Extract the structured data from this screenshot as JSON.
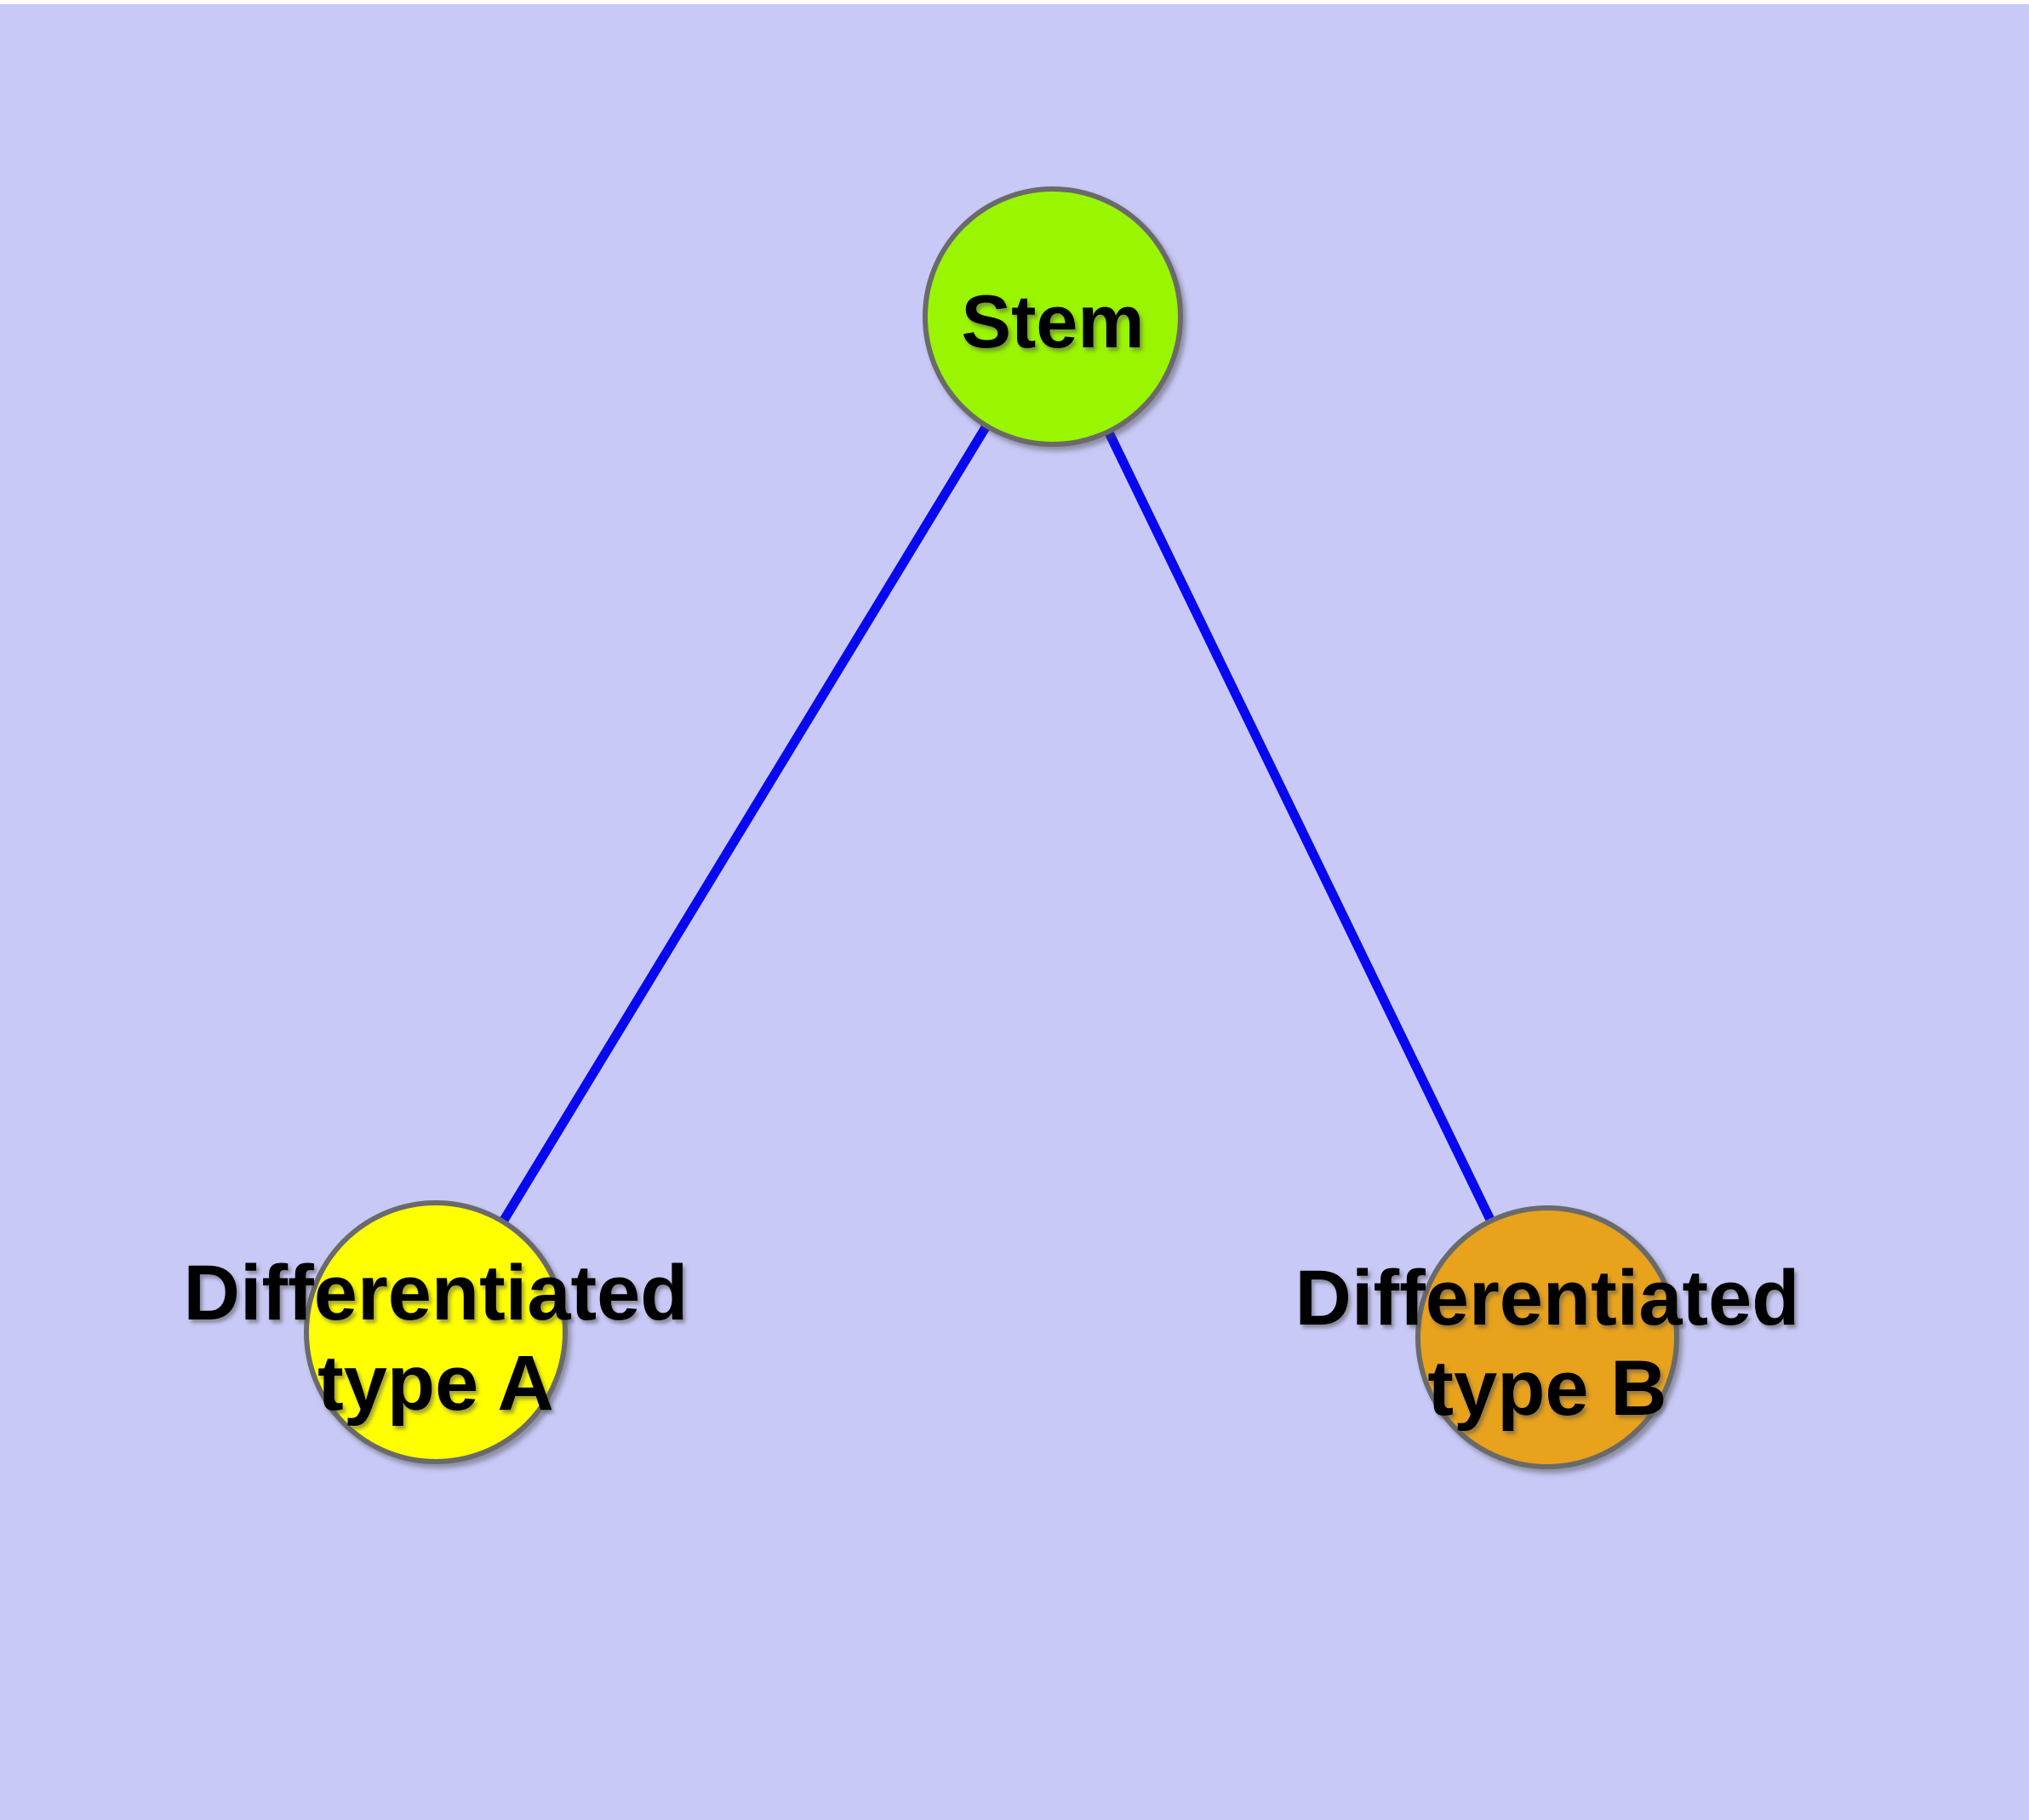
{
  "diagram": {
    "background_color": "#C9C9F7",
    "top_strip_color": "#FFFFFF",
    "node_border_color": "#6B6B6B",
    "edge_color": "#0808F0",
    "text_color": "#000000",
    "nodes": {
      "stem": {
        "label": "Stem",
        "fill": "#9AF500"
      },
      "type_a": {
        "label_line1": "Differentiated",
        "label_line2": "type A",
        "fill": "#FFFF00"
      },
      "type_b": {
        "label_line1": "Differentiated",
        "label_line2": "type B",
        "fill": "#E8A21F"
      }
    },
    "edges": [
      {
        "from": "Stem",
        "to": "Differentiated type A"
      },
      {
        "from": "Stem",
        "to": "Differentiated type B"
      }
    ]
  }
}
